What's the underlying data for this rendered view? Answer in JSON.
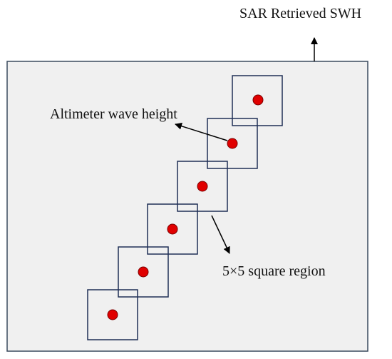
{
  "labels": {
    "sar_retrieved_swh": "SAR Retrieved SWH",
    "altimeter_wave_height": "Altimeter wave height",
    "square_region": "5×5 square region"
  },
  "colors": {
    "image_fill": "#f0f0f0",
    "frame_stroke": "#3a4a5e",
    "square_stroke": "#1f2f56",
    "dot_fill": "#e00000",
    "dot_stroke": "#7a0000",
    "arrow": "#000000"
  },
  "elements": {
    "image_frame": "sar-image-frame",
    "grid_squares": 6,
    "altimeter_points": 6
  }
}
